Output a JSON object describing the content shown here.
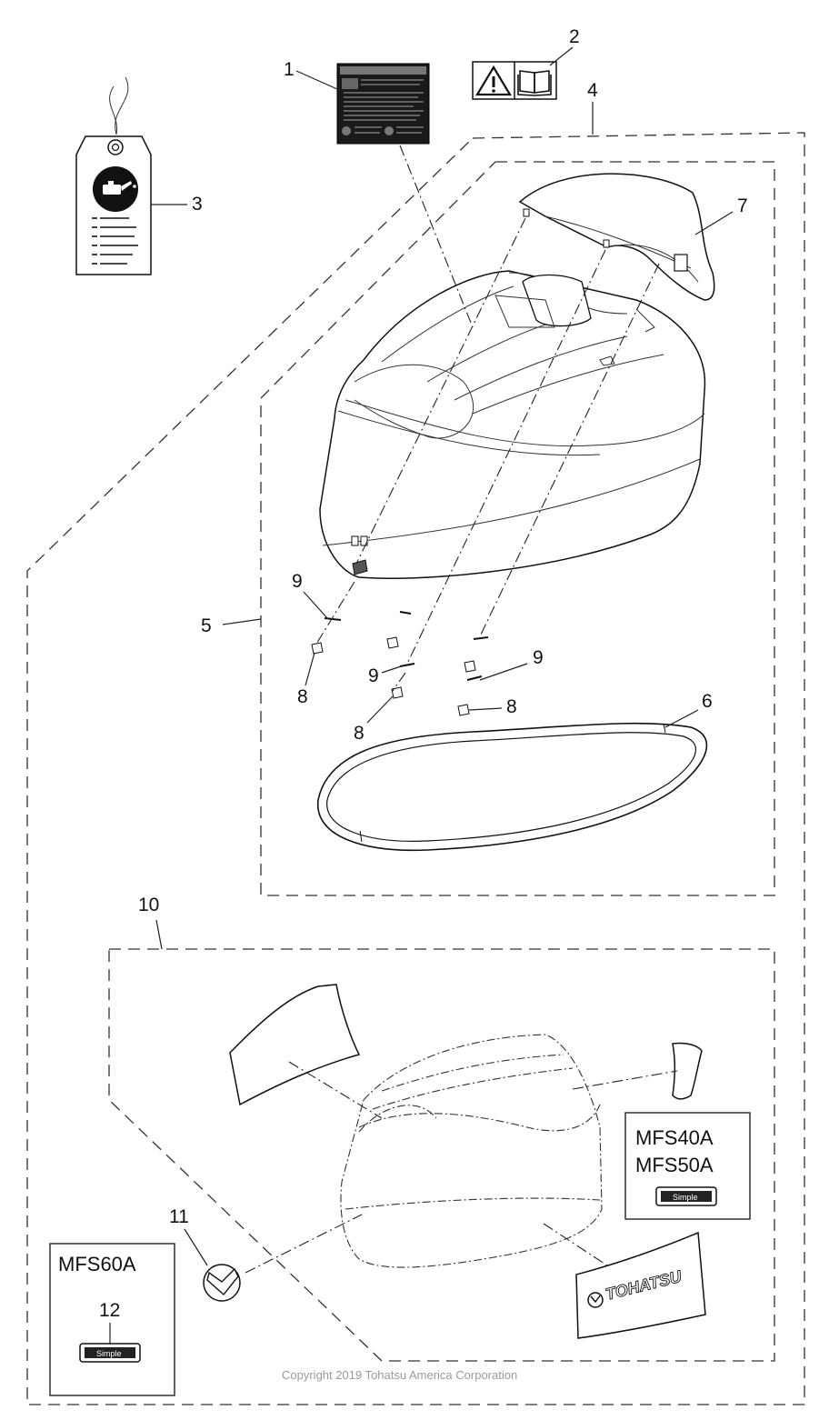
{
  "callouts": {
    "c1": "1",
    "c2": "2",
    "c3": "3",
    "c4": "4",
    "c5": "5",
    "c6": "6",
    "c7": "7",
    "c8a": "8",
    "c8b": "8",
    "c8c": "8",
    "c9a": "9",
    "c9b": "9",
    "c9c": "9",
    "c10": "10",
    "c11": "11",
    "c12": "12"
  },
  "model_boxes": {
    "right_line1": "MFS40A",
    "right_line2": "MFS50A",
    "left": "MFS60A"
  },
  "decals": {
    "brand": "TOHATSU",
    "badge": "Simple"
  },
  "copyright": "Copyright 2019 Tohatsu America Corporation"
}
